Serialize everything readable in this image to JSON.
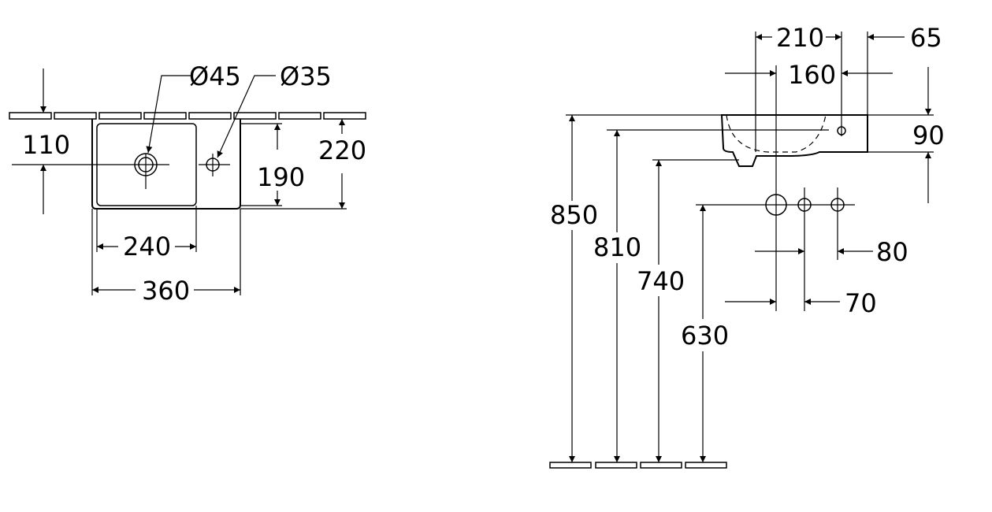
{
  "plan_view": {
    "dim_110": "110",
    "dim_220": "220",
    "dim_190": "190",
    "dim_240": "240",
    "dim_360": "360",
    "dia_45": "Ø45",
    "dia_35": "Ø35"
  },
  "side_view": {
    "dim_210": "210",
    "dim_65": "65",
    "dim_160": "160",
    "dim_90": "90",
    "dim_850": "850",
    "dim_810": "810",
    "dim_740": "740",
    "dim_630": "630",
    "dim_80": "80",
    "dim_70": "70"
  }
}
